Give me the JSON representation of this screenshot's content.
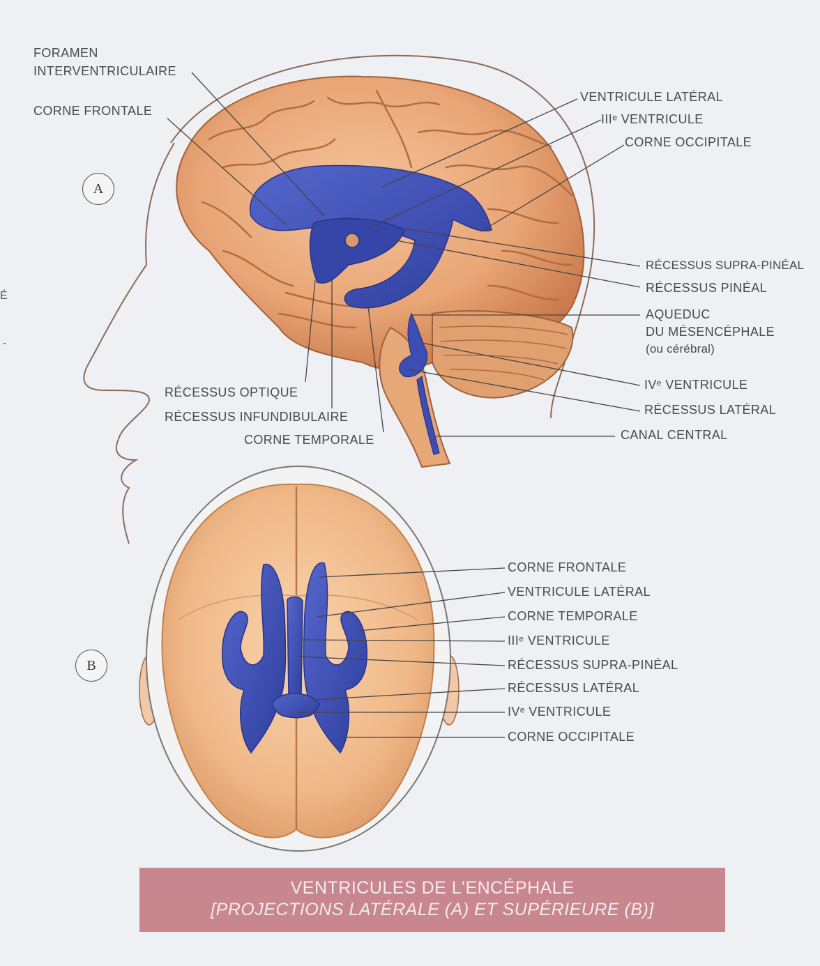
{
  "view_a": {
    "badge": "A",
    "labels": {
      "foramen_line1": "FORAMEN",
      "foramen_line2": "INTERVENTRICULAIRE",
      "corne_frontale": "CORNE FRONTALE",
      "ventricule_lateral": "VENTRICULE LATÉRAL",
      "troisieme_ventricule": "IIIᵉ VENTRICULE",
      "corne_occipitale": "CORNE OCCIPITALE",
      "recessus_supra_pineal": "RÉCESSUS SUPRA-PINÉAL",
      "recessus_pineal": "RÉCESSUS PINÉAL",
      "aqueduc_line1": "AQUEDUC",
      "aqueduc_line2": "DU MÉSENCÉPHALE",
      "aqueduc_line3": "(ou cérébral)",
      "quatrieme_ventricule": "IVᵉ VENTRICULE",
      "recessus_lateral": "RÉCESSUS LATÉRAL",
      "canal_central": "CANAL CENTRAL",
      "recessus_optique": "RÉCESSUS OPTIQUE",
      "recessus_infundibulaire": "RÉCESSUS INFUNDIBULAIRE",
      "corne_temporale": "CORNE TEMPORALE"
    }
  },
  "view_b": {
    "badge": "B",
    "labels": [
      "CORNE FRONTALE",
      "VENTRICULE LATÉRAL",
      "CORNE TEMPORALE",
      "IIIᵉ VENTRICULE",
      "RÉCESSUS SUPRA-PINÉAL",
      "RÉCESSUS LATÉRAL",
      "IVᵉ VENTRICULE",
      "CORNE OCCIPITALE"
    ]
  },
  "edge_marks": [
    "É",
    "-"
  ],
  "caption": {
    "line1": "VENTRICULES DE L'ENCÉPHALE",
    "line2": "[PROJECTIONS LATÉRALE (A) ET SUPÉRIEURE (B)]"
  },
  "colors": {
    "brain": "#e9a676",
    "brain_shadow": "#c9784a",
    "ventricle": "#3e4fb5",
    "caption_band": "#c8868e"
  }
}
